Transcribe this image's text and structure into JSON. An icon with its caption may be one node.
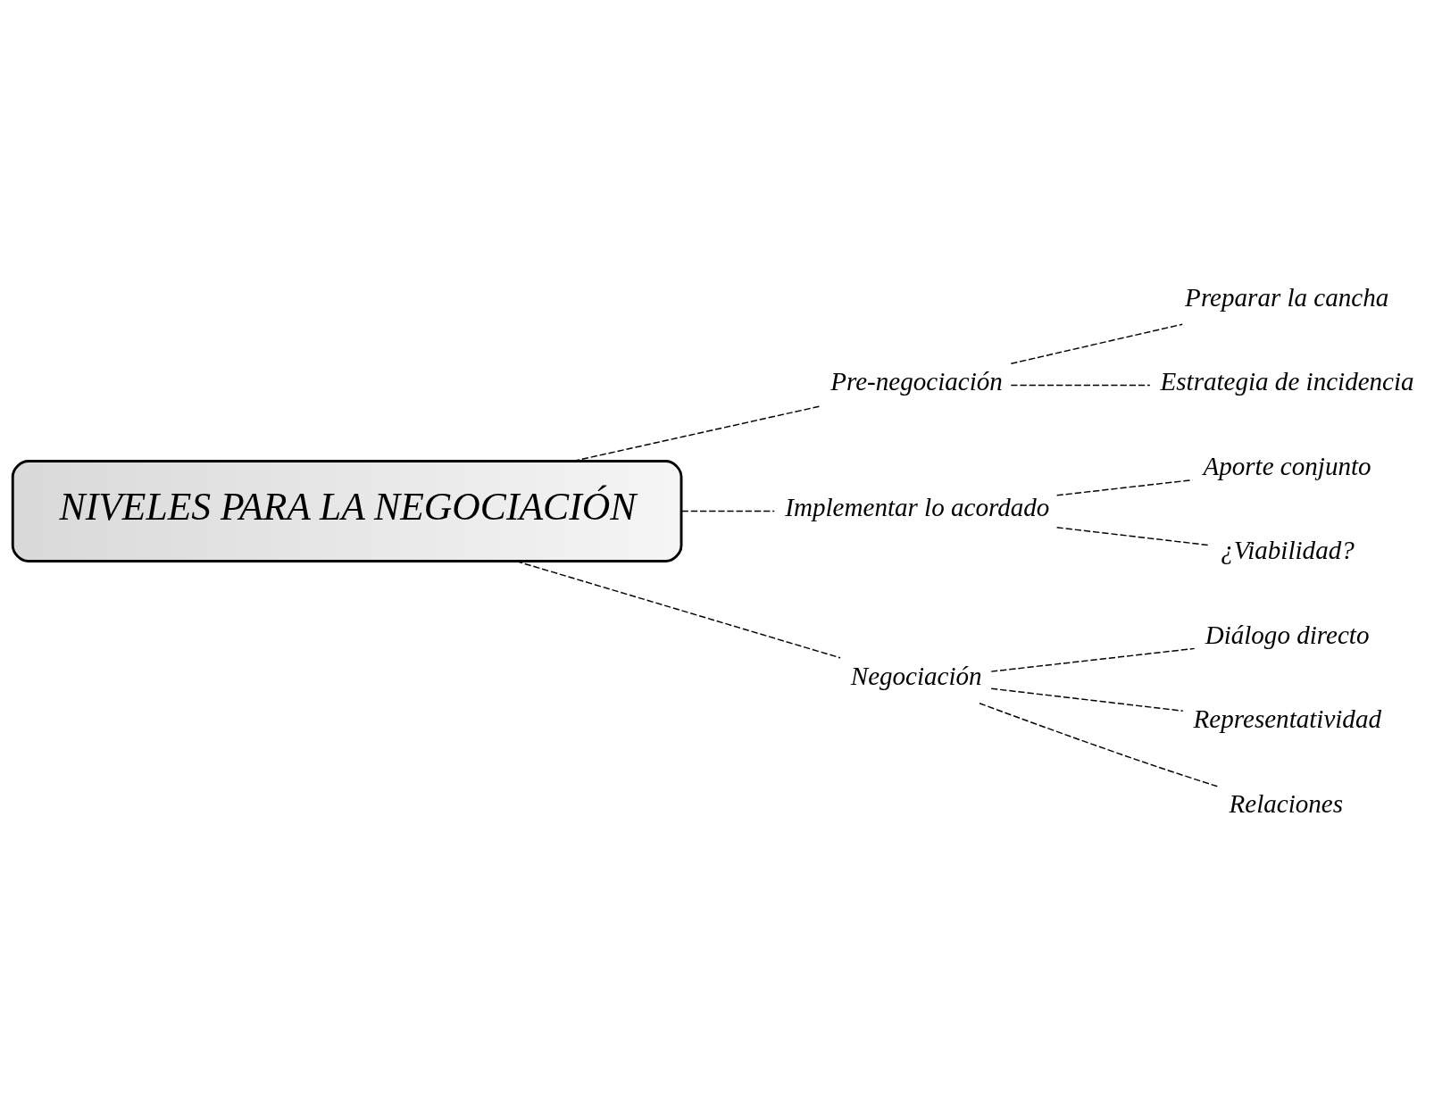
{
  "diagram": {
    "nodes": [
      {
        "text": [
          "NIVELES PARA LA NEGOCIACIÓN"
        ]
      },
      {
        "text": [
          "Pre-negociación"
        ]
      },
      {
        "text": [
          "Preparar la cancha"
        ]
      },
      {
        "text": [
          "Estrategia de incidencia"
        ]
      },
      {
        "text": [
          "Implementar lo acordado"
        ]
      },
      {
        "text": [
          "Aporte conjunto"
        ]
      },
      {
        "text": [
          "¿Viabilidad?"
        ]
      },
      {
        "text": [
          "Negociación"
        ]
      },
      {
        "text": [
          "Diálogo directo"
        ]
      },
      {
        "text": [
          "Representatividad"
        ]
      },
      {
        "text": [
          "Relaciones"
        ]
      }
    ],
    "edges": [
      {
        "from": 0,
        "to": 1,
        "arrow": "none",
        "style": "dashed"
      },
      {
        "from": 1,
        "to": 2,
        "arrow": "none",
        "style": "dashed"
      },
      {
        "from": 1,
        "to": 3,
        "arrow": "none",
        "style": "dashed"
      },
      {
        "from": 0,
        "to": 4,
        "arrow": "none",
        "style": "dashed"
      },
      {
        "from": 4,
        "to": 5,
        "arrow": "none",
        "style": "dashed"
      },
      {
        "from": 4,
        "to": 6,
        "arrow": "none",
        "style": "dashed"
      },
      {
        "from": 0,
        "to": 7,
        "arrow": "none",
        "style": "dashed"
      },
      {
        "from": 7,
        "to": 8,
        "arrow": "none",
        "style": "dashed"
      },
      {
        "from": 7,
        "to": 9,
        "arrow": "none",
        "style": "dashed"
      },
      {
        "from": 7,
        "to": 10,
        "arrow": "none",
        "style": "dashed"
      }
    ]
  }
}
